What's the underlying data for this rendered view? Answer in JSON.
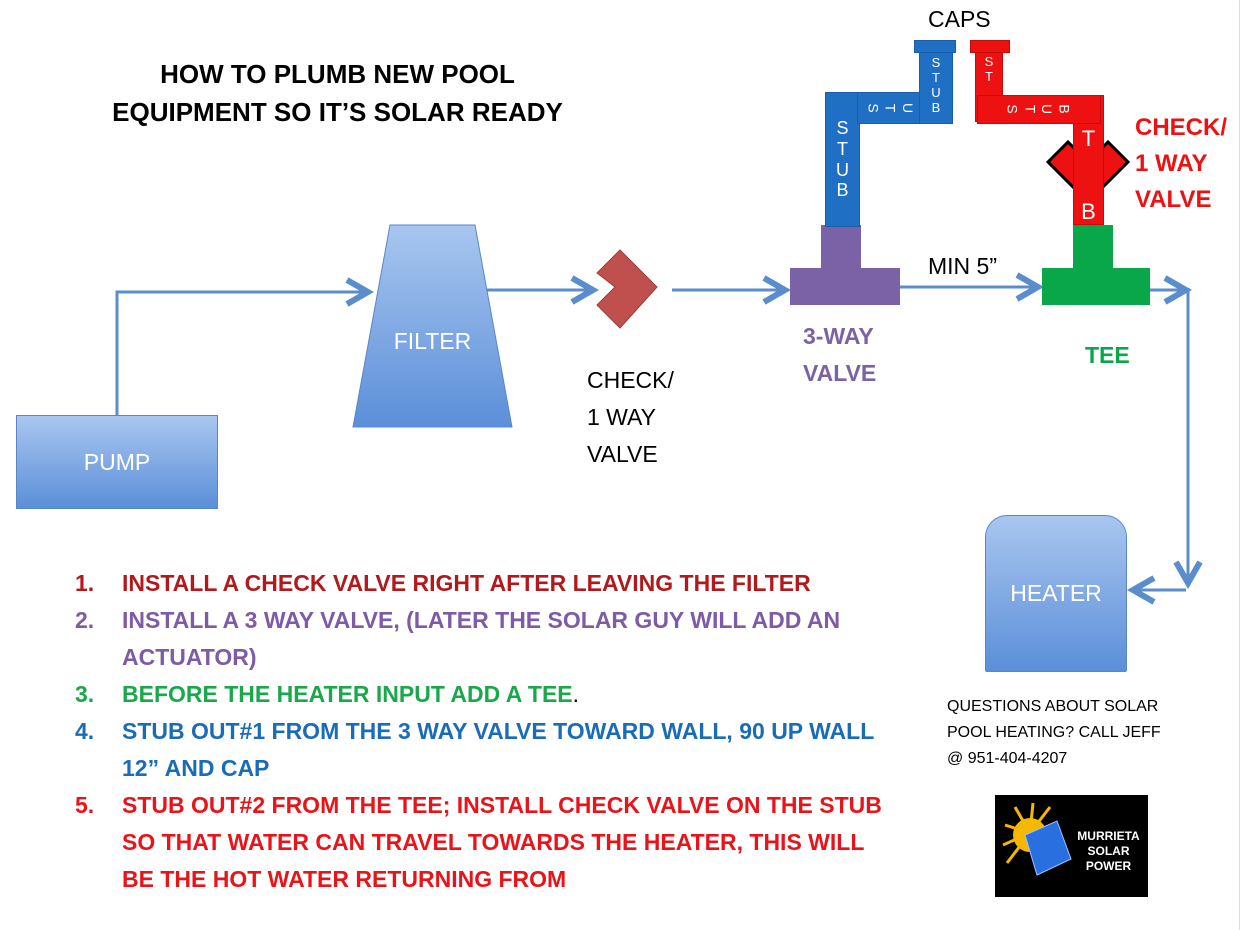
{
  "title": [
    "HOW TO PLUMB NEW POOL",
    "EQUIPMENT SO IT’S SOLAR READY"
  ],
  "components": {
    "pump": "PUMP",
    "filter": "FILTER",
    "heater": "HEATER"
  },
  "labels": {
    "check_valve": [
      "CHECK/",
      "1 WAY",
      "VALVE"
    ],
    "three_way": [
      "3-WAY",
      "VALVE"
    ],
    "tee": "TEE",
    "min": "MIN 5”",
    "caps": "CAPS",
    "check_valve_red": [
      "CHECK/",
      "1 WAY",
      "VALVE"
    ],
    "stub": [
      "S",
      "T",
      "U",
      "B"
    ]
  },
  "steps": [
    {
      "num": "1.",
      "text": "INSTALL A CHECK VALVE RIGHT AFTER LEAVING THE FILTER",
      "color": "#b3191c"
    },
    {
      "num": "2.",
      "text": "INSTALL A 3 WAY VALVE, (LATER THE SOLAR GUY WILL ADD AN ACTUATOR)",
      "color": "#7d5ba6"
    },
    {
      "num": "3.",
      "text": "BEFORE THE HEATER INPUT ADD A TEE",
      "suffix": ".",
      "color": "#1aa84a"
    },
    {
      "num": "4.",
      "text": "STUB OUT#1  FROM THE 3 WAY VALVE TOWARD WALL, 90 UP WALL 12” AND CAP",
      "color": "#1a6cb8"
    },
    {
      "num": "5.",
      "text": "STUB OUT#2 FROM THE TEE; INSTALL CHECK VALVE ON THE STUB SO THAT WATER CAN TRAVEL TOWARDS THE HEATER, THIS WILL BE THE HOT WATER RETURNING FROM",
      "color": "#e8141a"
    }
  ],
  "contact": [
    "QUESTIONS ABOUT SOLAR",
    "POOL HEATING? CALL JEFF",
    "@ 951-404-4207"
  ],
  "logo": [
    "MURRIETA",
    "SOLAR POWER"
  ],
  "colors": {
    "pipe_blue": "#1f6fc5",
    "pipe_red": "#ee1111",
    "purple": "#7b62a6",
    "green": "#0aa64a",
    "arrow": "#5b8ccc"
  }
}
